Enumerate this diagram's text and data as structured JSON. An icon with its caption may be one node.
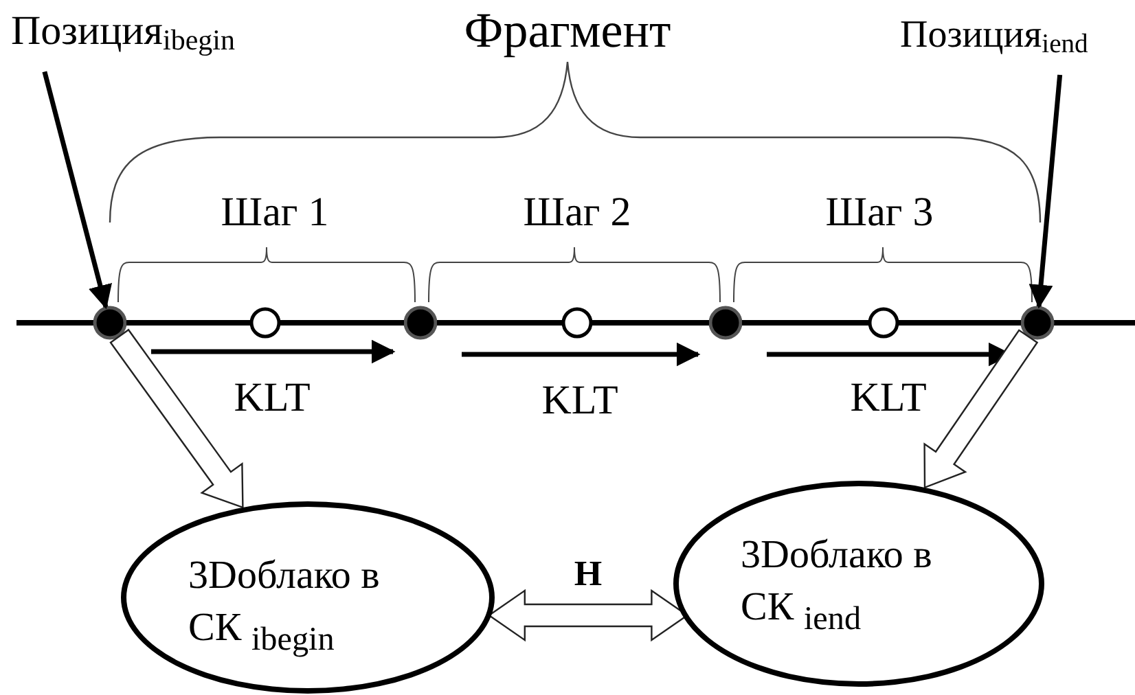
{
  "diagram": {
    "nodes": [
      {
        "text": [
          "Позиция$_{ibegin}$"
        ]
      },
      {
        "text": [
          "Позиция$_{iend}$"
        ]
      },
      {
        "text": [],
        "shape": "circle"
      },
      {
        "text": [],
        "shape": "circle"
      },
      {
        "text": [],
        "shape": "circle"
      },
      {
        "text": [],
        "shape": "circle"
      },
      {
        "text": [],
        "shape": "circle"
      },
      {
        "text": [],
        "shape": "circle"
      },
      {
        "text": [],
        "shape": "circle"
      },
      {
        "text": [
          "3Dоблако в СК $_{ibegin}$"
        ]
      },
      {
        "text": [
          "3Dоблако в СК $_{iend}$"
        ]
      }
    ],
    "edges": [
      {
        "from": 0,
        "to": 2,
        "arrow": "to"
      },
      {
        "from": 1,
        "to": 8,
        "arrow": "to"
      },
      {
        "from": 2,
        "to": 3,
        "arrow": "none"
      },
      {
        "from": 3,
        "to": 4,
        "arrow": "none"
      },
      {
        "from": 4,
        "to": 5,
        "arrow": "none"
      },
      {
        "from": 5,
        "to": 6,
        "arrow": "none"
      },
      {
        "from": 6,
        "to": 7,
        "arrow": "none"
      },
      {
        "from": 7,
        "to": 8,
        "arrow": "none"
      },
      {
        "from": 2,
        "to": 4,
        "arrow": "to",
        "label": "KLT"
      },
      {
        "from": 4,
        "to": 6,
        "arrow": "to",
        "label": "KLT"
      },
      {
        "from": 6,
        "to": 8,
        "arrow": "to",
        "label": "KLT"
      },
      {
        "from": 2,
        "to": 9,
        "arrow": "to",
        "style": "thick"
      },
      {
        "from": 8,
        "to": 10,
        "arrow": "to",
        "style": "thick"
      },
      {
        "from": 9,
        "to": 10,
        "arrow": "both",
        "style": "thick",
        "label": "**H**"
      }
    ],
    "labels": [
      "Фрагмент",
      "Шаг 1",
      "Шаг 2",
      "Шаг 3"
    ]
  }
}
